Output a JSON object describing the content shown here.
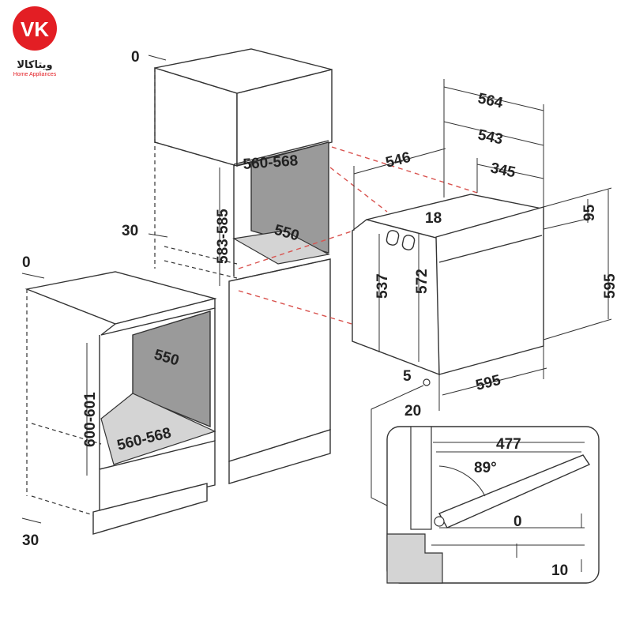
{
  "logo": {
    "mark": "VK",
    "brand_script": "ویتاکالا",
    "brand_sub": "Home Appliances",
    "color": "#e31e24"
  },
  "tall_cabinet": {
    "top_gap": "0",
    "side_gap": "30",
    "opening_width": "560-568",
    "opening_height": "583-585",
    "opening_depth": "550"
  },
  "base_cabinet": {
    "top_gap": "0",
    "bottom_gap": "30",
    "opening_depth": "550",
    "opening_height": "600-601",
    "opening_width": "560-568"
  },
  "oven": {
    "depth_total": "564",
    "depth_body": "543",
    "depth_side": "546",
    "depth_rear": "345",
    "top_offset": "18",
    "panel_height": "95",
    "body_height_rear": "537",
    "body_height_front": "572",
    "front_height": "595",
    "front_width": "595",
    "bottom_offset": "5",
    "front_protrusion": "20"
  },
  "door_detail": {
    "door_depth": "477",
    "opening_angle": "89°",
    "gap_top": "0",
    "gap_bottom": "10"
  },
  "colors": {
    "guide_lines": "#d9534f",
    "cavity": "#9a9a9a",
    "floor": "#d4d4d4"
  }
}
